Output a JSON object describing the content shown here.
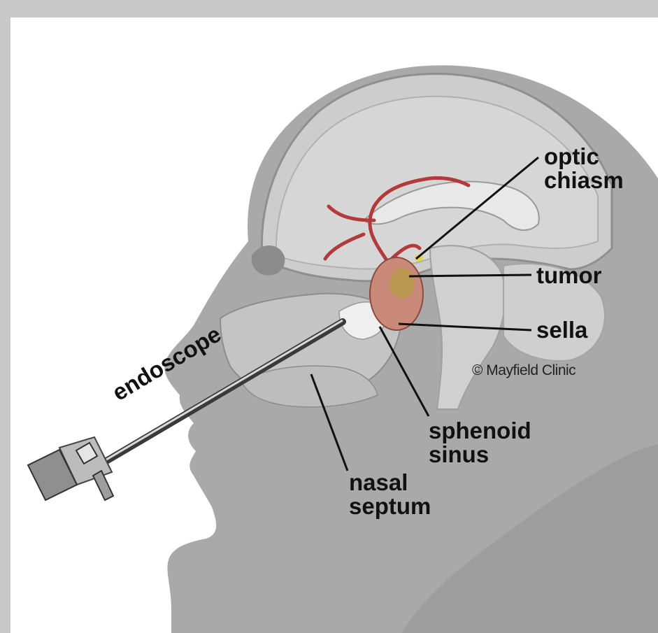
{
  "labels": {
    "optic_chiasm": "optic\nchiasm",
    "tumor": "tumor",
    "sella": "sella",
    "sphenoid_sinus": "sphenoid\nsinus",
    "nasal_septum": "nasal\nseptum",
    "endoscope": "endoscope"
  },
  "credit": "© Mayfield Clinic",
  "colors": {
    "frame": "#c8c8c8",
    "head_silhouette": "#a9a9a9",
    "anatomy": "#c4c4c4",
    "artery": "#b23a3a",
    "tumor": "#c98a7a"
  }
}
